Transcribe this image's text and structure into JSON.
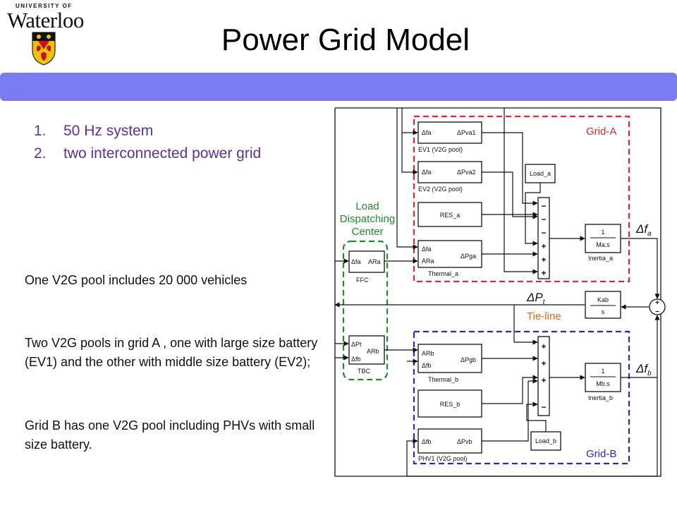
{
  "logo": {
    "university": "UNIVERSITY OF",
    "name": "Waterloo"
  },
  "slide": {
    "title": "Power Grid Model"
  },
  "points": [
    {
      "num": "1.",
      "text": "50 Hz system"
    },
    {
      "num": "2.",
      "text": "two interconnected power grid"
    }
  ],
  "notes": {
    "pool_size": "One V2G pool includes 20 000 vehicles",
    "grid_a_pools": "Two V2G pools in grid A , one with large size battery (EV1) and the other with middle size  battery (EV2);",
    "grid_b_pool": "Grid B has one V2G pool including PHVs with small size battery."
  },
  "diagram": {
    "grid_a_label": "Grid-A",
    "grid_b_label": "Grid-B",
    "ldc_label": [
      "Load",
      "Dispatching",
      "Center"
    ],
    "tie_line_label": "Tie-line",
    "ev1": {
      "in": "Δfa",
      "out": "ΔPva1",
      "caption": "EV1 (V2G pool)"
    },
    "ev2": {
      "in": "Δfa",
      "out": "ΔPva2",
      "caption": "EV2 (V2G pool)"
    },
    "res_a": "RES_a",
    "load_a": "Load_a",
    "thermal_a": {
      "in1": "Δfa",
      "in2": "ARa",
      "out": "ΔPga",
      "caption": "Thermal_a"
    },
    "ffc": {
      "in": "Δfa",
      "out": "ARa",
      "caption": "FFC"
    },
    "inertia_a": {
      "num": "1",
      "den": "Ma.s",
      "caption": "Inertia_a"
    },
    "delta_fa": {
      "base": "Δf",
      "sub": "a"
    },
    "delta_pt": {
      "base": "ΔP",
      "sub": "t"
    },
    "kab": {
      "num": "Kab",
      "den": "s"
    },
    "tbc": {
      "in1": "ΔPt",
      "out": "ARb",
      "in2": "Δfb",
      "caption": "TBC"
    },
    "thermal_b": {
      "in1": "ARb",
      "in2": "Δfb",
      "out": "ΔPgb",
      "caption": "Thermal_b"
    },
    "res_b": "RES_b",
    "load_b": "Load_b",
    "phv1": {
      "in": "Δfb",
      "out": "ΔPvb",
      "caption": "PHV1 (V2G pool)"
    },
    "inertia_b": {
      "num": "1",
      "den": "Mb.s",
      "caption": "Inertia_b"
    },
    "delta_fb": {
      "base": "Δf",
      "sub": "b"
    },
    "sum_a_signs": [
      "−",
      "−",
      "−",
      "+",
      "+",
      "+"
    ],
    "sum_b_signs": [
      "+",
      "+",
      "+",
      "−"
    ],
    "tie_sum_signs": [
      "+",
      "−"
    ]
  },
  "colors": {
    "bar": "#7b7bf2",
    "list_text": "#5c3099",
    "grid_a": "#e0282e",
    "grid_b": "#2a2acc",
    "ldc": "#1e8c2b",
    "tie_line": "#e06a10"
  }
}
